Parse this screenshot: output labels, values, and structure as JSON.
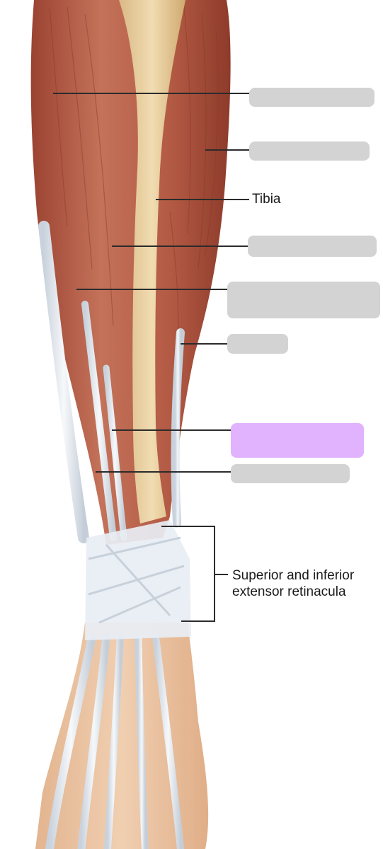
{
  "figure": {
    "labels": {
      "tibia": "Tibia",
      "retinacula": "Superior and inferior extensor retinacula"
    },
    "blanks": [
      {
        "id": "blank-1",
        "state": "empty"
      },
      {
        "id": "blank-2",
        "state": "empty"
      },
      {
        "id": "blank-3",
        "state": "empty"
      },
      {
        "id": "blank-4",
        "state": "empty"
      },
      {
        "id": "blank-5",
        "state": "empty"
      },
      {
        "id": "blank-6",
        "state": "selected"
      },
      {
        "id": "blank-7",
        "state": "empty"
      }
    ],
    "colors": {
      "blank_empty": "#d3d3d3",
      "blank_selected": "#e1b3ff",
      "muscle": "#b5604a",
      "bone": "#e8cfa0",
      "tendon": "#e9eef3",
      "skin": "#ecc7a6",
      "leader_line": "#2b2b2b"
    }
  }
}
